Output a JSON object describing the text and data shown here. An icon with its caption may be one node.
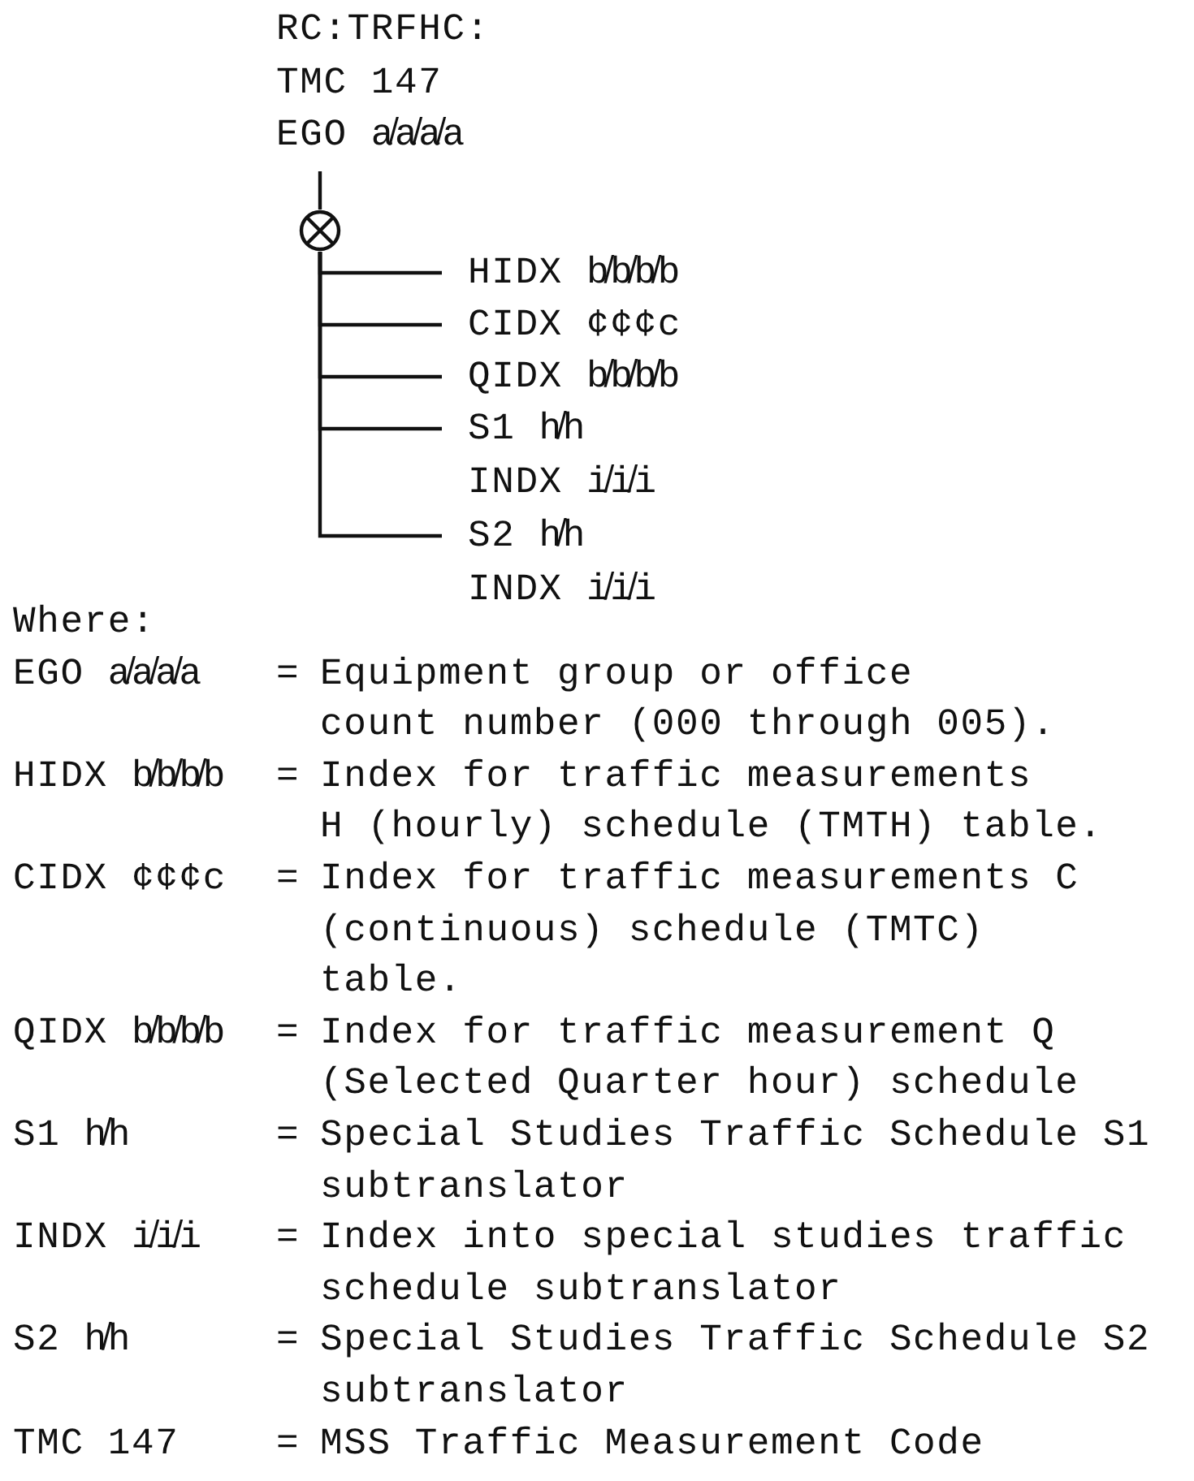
{
  "diagram": {
    "nodes": [
      {
        "text": [
          "RC:TRFHC:",
          "TMC 147",
          "EGO a̸a̸a̸a"
        ]
      },
      {
        "text": [],
        "shape": "circle"
      },
      {
        "text": [
          "HIDX b̸b̸b̸b"
        ]
      },
      {
        "text": [
          "CIDX ¢¢¢c"
        ]
      },
      {
        "text": [
          "QIDX b̸b̸b̸b"
        ]
      },
      {
        "text": [
          "S1 h̸h",
          "INDX i̸i̸i"
        ]
      },
      {
        "text": [
          "S2 h̸h",
          "INDX i̸i̸i"
        ]
      }
    ],
    "edges": [
      {
        "from": 0,
        "to": 1,
        "arrow": "none"
      },
      {
        "from": 1,
        "to": 2,
        "arrow": "none"
      },
      {
        "from": 1,
        "to": 3,
        "arrow": "none"
      },
      {
        "from": 1,
        "to": 4,
        "arrow": "none"
      },
      {
        "from": 1,
        "to": 5,
        "arrow": "none"
      },
      {
        "from": 1,
        "to": 6,
        "arrow": "none"
      }
    ],
    "labels": [
      "Where:",
      "EGO a̸a̸a̸a",
      "=",
      "Equipment group or office count number (000 through 005).",
      "HIDX b̸b̸b̸b",
      "=",
      "Index for traffic measurements H (hourly) schedule (TMTH) table.",
      "CIDX ¢¢¢c",
      "=",
      "Index for traffic measurements C (continuous) schedule (TMTC) table.",
      "QIDX b̸b̸b̸b",
      "=",
      "Index for traffic measurement Q (Selected Quarter hour) schedule",
      "S1 h̸h",
      "=",
      "Special Studies Traffic Schedule S1 subtranslator",
      "INDX i̸i̸i",
      "=",
      "Index into special studies traffic schedule subtranslator",
      "S2 h̸h",
      "=",
      "Special Studies Traffic Schedule S2 subtranslator",
      "TMC 147",
      "=",
      "MSS Traffic Measurement Code"
    ]
  }
}
